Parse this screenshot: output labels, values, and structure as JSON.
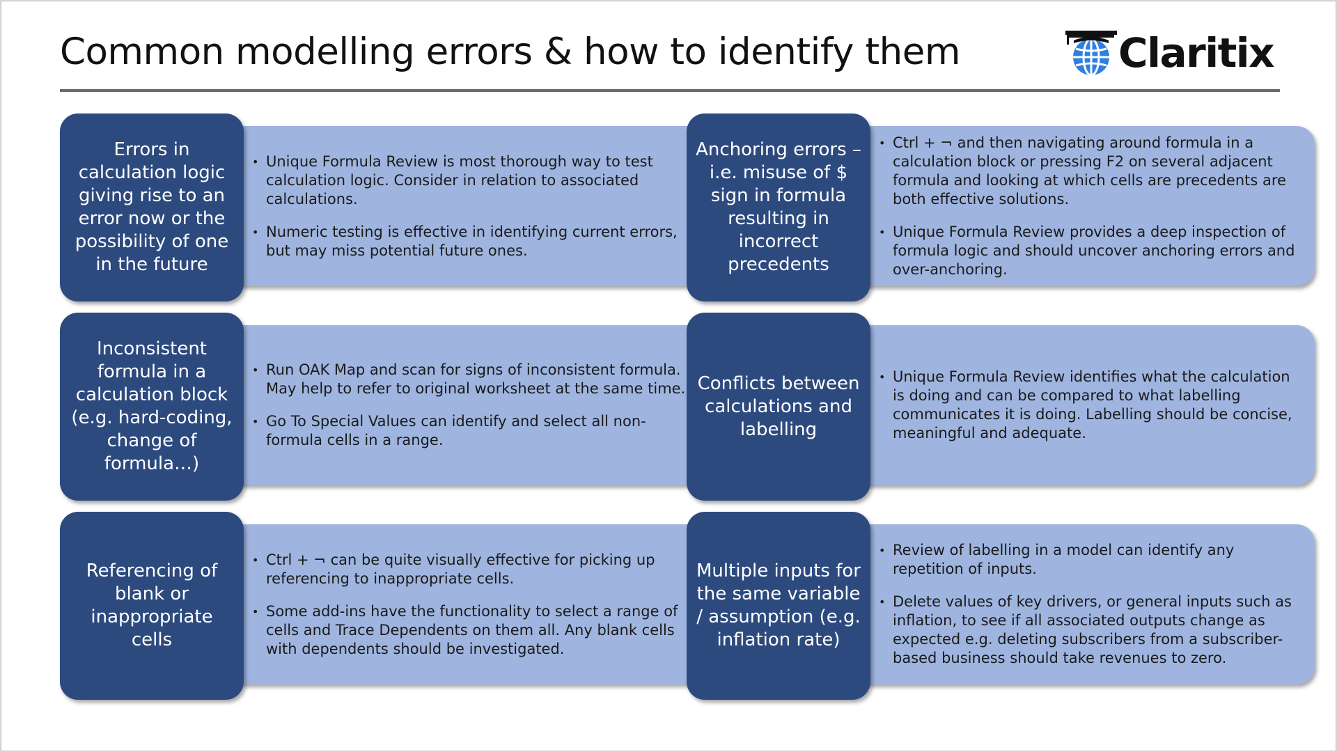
{
  "header": {
    "title": "Common modelling errors & how to identify them",
    "brand": "Claritix",
    "brand_icon": "globe-with-graduation-cap-icon"
  },
  "colors": {
    "label_box": "#2d4a7f",
    "body_box": "#9fb5e0",
    "rule": "#6b6b6b",
    "globe": "#2f7fe0"
  },
  "cards": [
    {
      "label": "Errors in calculation logic giving rise to an error now or the possibility of one in the future",
      "bullets": [
        "Unique Formula Review is most thorough way to test calculation logic. Consider in relation to associated calculations.",
        "Numeric testing is effective in identifying current errors, but may miss potential future ones."
      ]
    },
    {
      "label": "Anchoring errors – i.e. misuse of $ sign in formula resulting in incorrect precedents",
      "bullets": [
        "Ctrl + ¬ and then navigating around formula in a calculation block or pressing F2 on several adjacent formula and looking at which cells are precedents are both effective solutions.",
        "Unique Formula Review provides a deep inspection of formula logic and should uncover anchoring errors and over-anchoring."
      ]
    },
    {
      "label": "Inconsistent formula in a calculation block (e.g. hard-coding, change of formula…)",
      "bullets": [
        "Run OAK Map and scan for signs of inconsistent formula. May help to refer to original worksheet at the same time.",
        "Go To Special Values can identify and select all non-formula cells in a range."
      ]
    },
    {
      "label": "Conflicts between calculations and labelling",
      "bullets": [
        "Unique Formula Review identifies what the calculation is doing and can be compared to what labelling communicates it is doing. Labelling should be concise, meaningful and adequate."
      ]
    },
    {
      "label": "Referencing of blank or inappropriate cells",
      "bullets": [
        "Ctrl + ¬ can be quite visually effective for picking up referencing to inappropriate cells.",
        "Some add-ins have the functionality to select a range of cells and Trace Dependents on them all. Any blank cells with dependents should be investigated."
      ]
    },
    {
      "label": "Multiple inputs for the same variable / assumption (e.g. inflation rate)",
      "bullets": [
        "Review of labelling in a model can identify any repetition of inputs.",
        "Delete values of key drivers, or general inputs such as inflation, to see if all associated outputs change as expected e.g. deleting subscribers from a subscriber-based business should take revenues to zero."
      ]
    }
  ]
}
